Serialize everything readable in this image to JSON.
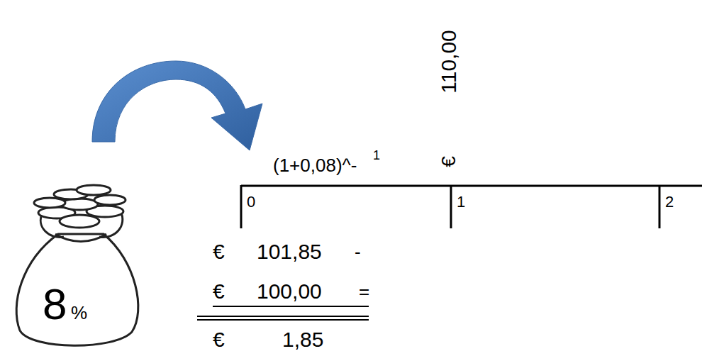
{
  "diagram": {
    "labels": [
      "110,00",
      "€",
      "(1+0,08)^-",
      "1",
      "0",
      "1",
      "2",
      "€",
      "101,85",
      "-",
      "€",
      "100,00",
      "=",
      "€",
      "1,85",
      "8",
      "%"
    ]
  }
}
